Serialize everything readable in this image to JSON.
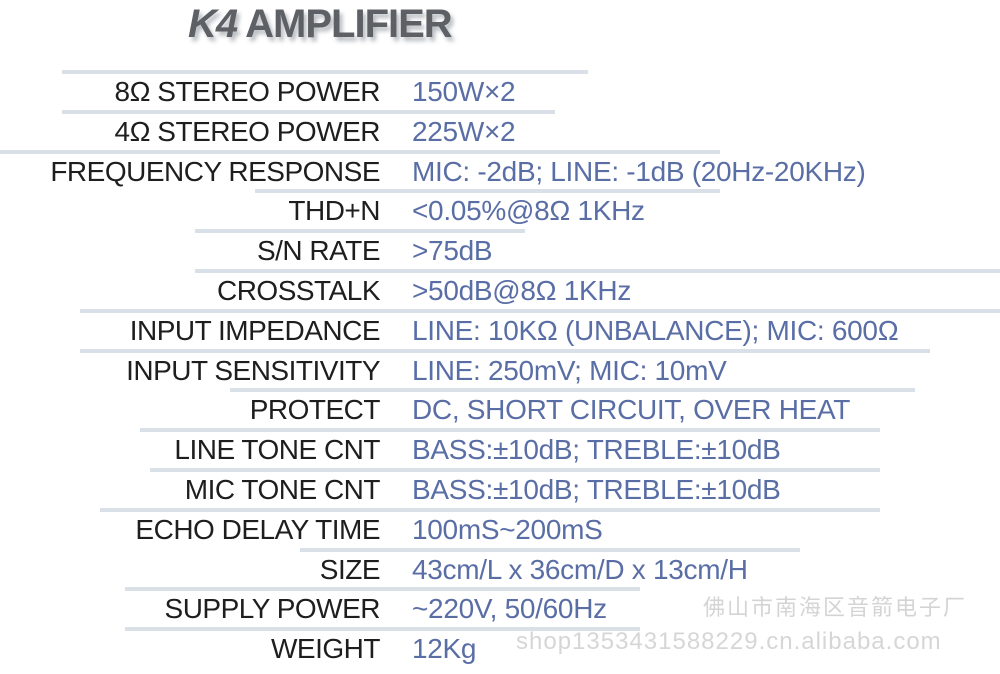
{
  "title": {
    "model": "K4",
    "name": "AMPLIFIER"
  },
  "specs": [
    {
      "label": "8Ω STEREO POWER",
      "value": "150W×2"
    },
    {
      "label": "4Ω STEREO POWER",
      "value": "225W×2"
    },
    {
      "label": "FREQUENCY RESPONSE",
      "value": "MIC: -2dB; LINE: -1dB (20Hz-20KHz)"
    },
    {
      "label": "THD+N",
      "value": "<0.05%@8Ω 1KHz"
    },
    {
      "label": "S/N RATE",
      "value": ">75dB"
    },
    {
      "label": "CROSSTALK",
      "value": ">50dB@8Ω 1KHz"
    },
    {
      "label": "INPUT IMPEDANCE",
      "value": "LINE: 10KΩ (UNBALANCE); MIC: 600Ω"
    },
    {
      "label": "INPUT SENSITIVITY",
      "value": "LINE: 250mV;  MIC: 10mV"
    },
    {
      "label": "PROTECT",
      "value": "DC, SHORT CIRCUIT, OVER HEAT"
    },
    {
      "label": "LINE TONE CNT",
      "value": "BASS:±10dB;  TREBLE:±10dB"
    },
    {
      "label": "MIC TONE CNT",
      "value": "BASS:±10dB;  TREBLE:±10dB"
    },
    {
      "label": "ECHO DELAY TIME",
      "value": "100mS~200mS"
    },
    {
      "label": "SIZE",
      "value": "43cm/L x 36cm/D x 13cm/H"
    },
    {
      "label": "SUPPLY POWER",
      "value": "~220V, 50/60Hz"
    },
    {
      "label": "WEIGHT",
      "value": "12Kg"
    }
  ],
  "watermark": {
    "company": "佛山市南海区音箭电子厂",
    "shop": "shop1353431588229.cn.alibaba.com"
  }
}
